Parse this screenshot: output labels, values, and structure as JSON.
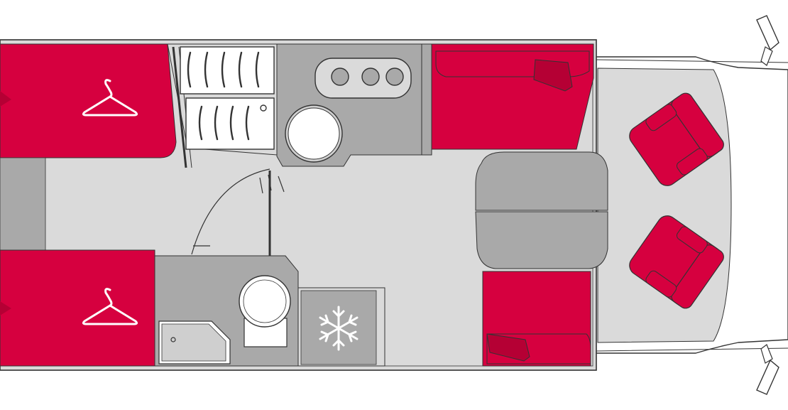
{
  "diagram": {
    "kind": "motorhome floor plan",
    "colors": {
      "upholstery": "#d6003f",
      "upholstery_dark": "#b50034",
      "floor": "#dadada",
      "fixture": "#a9a9a9",
      "fixture_light": "#cfcfcf",
      "outline": "#333333",
      "white": "#ffffff"
    },
    "zones": [
      {
        "id": "bed-left-top",
        "icon": "hanger-icon"
      },
      {
        "id": "bed-left-bottom",
        "icon": "hanger-icon"
      },
      {
        "id": "wardrobe",
        "icon": "shelf-icon"
      },
      {
        "id": "kitchen",
        "icon": "hob-icon"
      },
      {
        "id": "bathroom",
        "icon": "toilet-icon"
      },
      {
        "id": "fridge",
        "icon": "snowflake-icon"
      },
      {
        "id": "dinette-bench-top",
        "icon": "cushion-icon"
      },
      {
        "id": "dinette-bench-bottom",
        "icon": "cushion-icon"
      },
      {
        "id": "dining-table",
        "icon": "table-icon"
      },
      {
        "id": "cab-seats",
        "icon": "seat-icon"
      }
    ]
  }
}
